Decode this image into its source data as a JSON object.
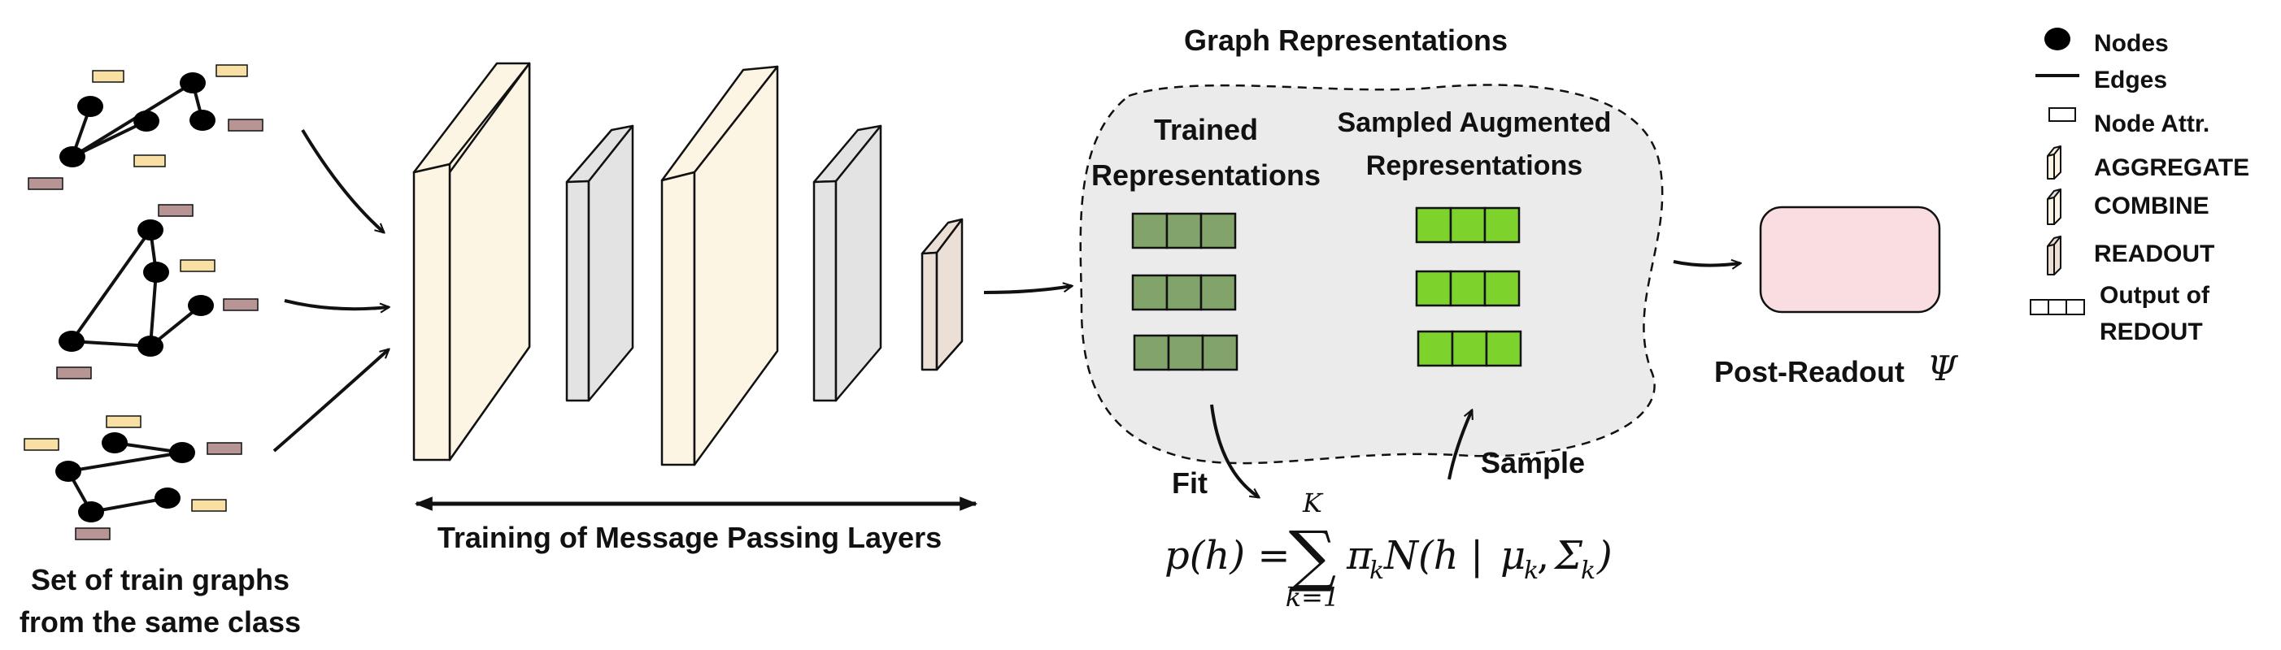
{
  "train_graphs_caption": [
    "Set of train graphs",
    "from the same class"
  ],
  "training_caption": "Training of Message Passing Layers",
  "graph_repr_title": "Graph Representations",
  "trained_label": [
    "Trained",
    "Representations"
  ],
  "sampled_label": [
    "Sampled Augmented",
    "Representations"
  ],
  "fit_label": "Fit",
  "sample_label": "Sample",
  "post_readout_label": "Post-Readout",
  "post_readout_symbol": "Ψ",
  "formula": {
    "lhs": "p(h) =",
    "sum_upper": "K",
    "sum_symbol": "∑",
    "sum_lower": "k=1",
    "term_pi": "π",
    "term_pi_sub": "k",
    "term_N": "N(h",
    "term_bar": "|",
    "term_mu": "μ",
    "term_mu_sub": "k",
    "term_comma": ",",
    "term_sigma": "Σ",
    "term_sigma_sub": "k",
    "term_close": ")"
  },
  "legend": {
    "nodes": "Nodes",
    "edges": "Edges",
    "node_attr": "Node Attr.",
    "aggregate": "AGGREGATE",
    "combine": "COMBINE",
    "readout": "READOUT",
    "output": [
      "Output of",
      "REDOUT"
    ]
  },
  "colors": {
    "node_attr_fill": "#f8dfa3",
    "edge_attr_fill": "#b89595",
    "aggregate_fill": "#fdf5e3",
    "combine_fill": "#e3e3e3",
    "readout_fill": "#ecdfd5",
    "trained_cell": "#82a46b",
    "sampled_cell": "#7dd22b",
    "cloud_fill": "#ebebeb",
    "post_readout_fill": "#f9dde1"
  }
}
